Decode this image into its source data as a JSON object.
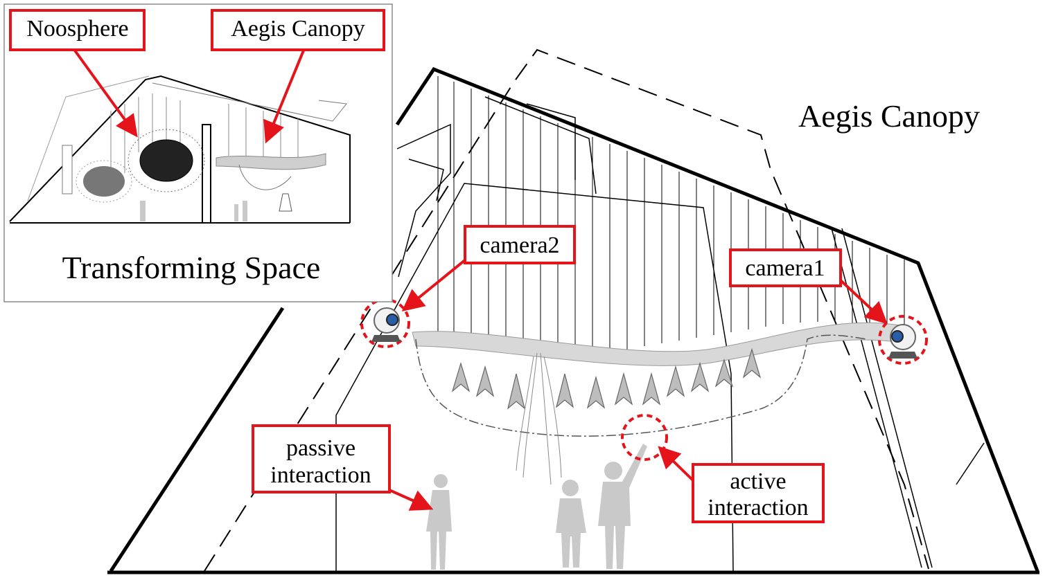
{
  "main_title": "Aegis Canopy",
  "inset": {
    "caption": "Transforming Space",
    "label_left": "Noosphere",
    "label_right": "Aegis Canopy"
  },
  "callouts": {
    "camera2": "camera2",
    "camera1": "camera1",
    "passive_line1": "passive",
    "passive_line2": "interaction",
    "active_line1": "active",
    "active_line2": "interaction"
  },
  "colors": {
    "accent_red": "#e5141b",
    "line": "#000000",
    "silhouette": "#c9c9c9"
  }
}
